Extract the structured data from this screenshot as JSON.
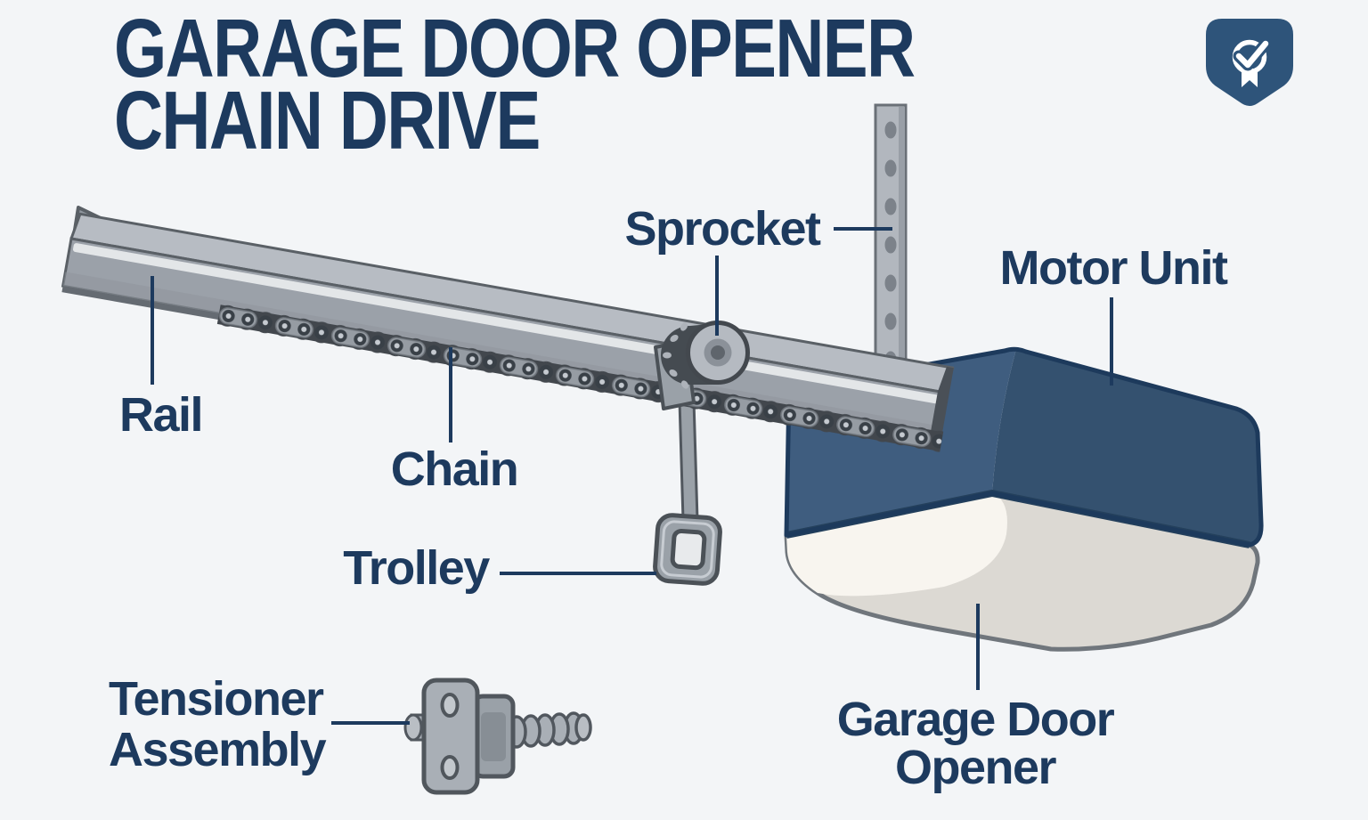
{
  "header": {
    "title_line1": "GARAGE DOOR OPENER",
    "title_line2": "CHAIN DRIVE"
  },
  "logo": {
    "icon": "badge-check-icon"
  },
  "diagram": {
    "labels": {
      "sprocket": "Sprocket",
      "motor_unit": "Motor Unit",
      "rail": "Rail",
      "chain": "Chain",
      "trolley": "Trolley",
      "tensioner_line1": "Tensioner",
      "tensioner_line2": "Assembly",
      "garage_opener_line1": "Garage Door",
      "garage_opener_line2": "Opener"
    }
  },
  "colors": {
    "bg": "#f3f5f7",
    "navy": "#1d3a5e",
    "badge": "#2e547a",
    "rail-light": "#b7bcc3",
    "rail-mid": "#9ba1a9",
    "rail-hi": "#e9ebee",
    "rail-dark": "#5a6066",
    "rail-cap": "#8f969e",
    "rail-cap-inner": "#7b828a",
    "rail-underside": "#656b72",
    "chain-dark": "#42474d",
    "chain-plate": "#969ca3",
    "chain-pin": "#c5cad0",
    "roller": "#394047",
    "strap": "#b2b7be",
    "strap-side": "#999fa7",
    "strap-hole": "#7c828a",
    "strap-edge": "#6a7077",
    "motor-left": "#3f5d7f",
    "motor-right": "#34516f",
    "motor-outline": "#1d3a5c",
    "motor-lip": "#24405c",
    "lens-white": "#f8f5ef",
    "lens-gray": "#dcd9d3",
    "lens-outline": "#70767c",
    "metal": "#a9afb6",
    "metal-light": "#b9bec4",
    "metal-mid": "#9aa1a8",
    "metal-dark": "#51575e",
    "sprocket-face": "#b5bac1",
    "sprocket-ring": "#8b9199",
    "sprocket-hub": "#5f656c",
    "drum-dark": "#454b51",
    "drum-spot": "#aeb3ba"
  }
}
